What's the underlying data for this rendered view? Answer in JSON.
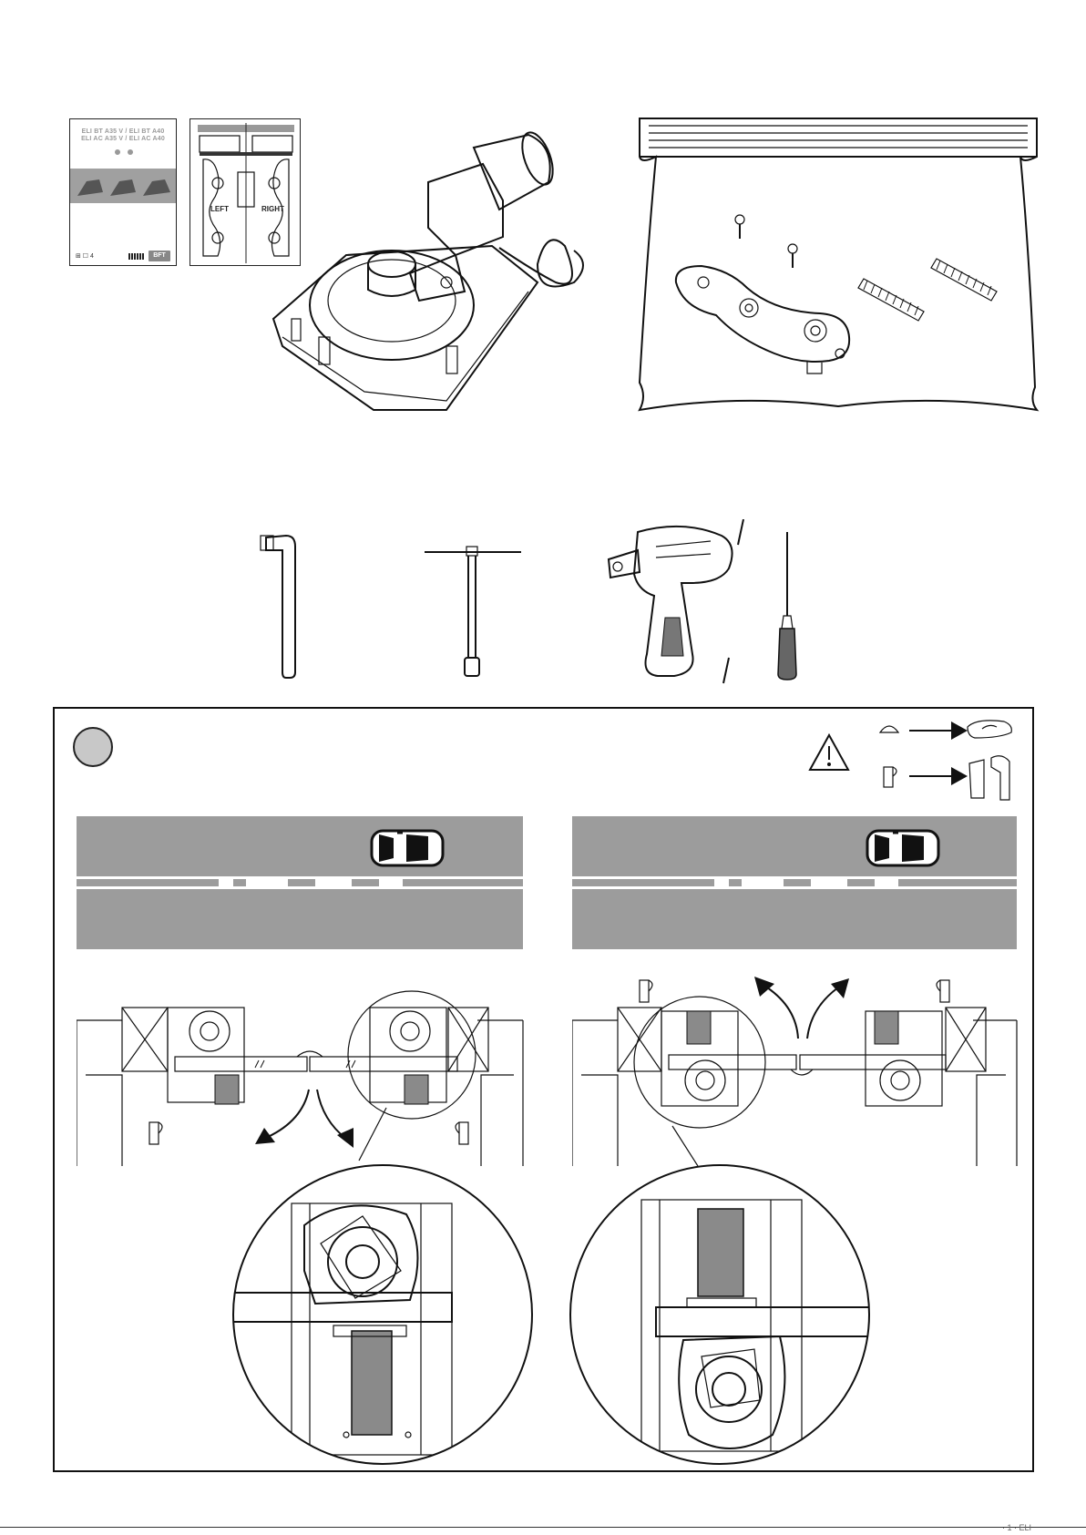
{
  "manual_cover": {
    "title_line1": "ELI BT A35 V / ELI BT A40",
    "title_line2": "ELI AC A35 V / ELI AC A40",
    "footer_left": "⊞  ☐ 4",
    "brand": "BFT"
  },
  "instruction_sheet": {
    "left_label": "LEFT",
    "right_label": "RIGHT"
  },
  "section": {
    "step_circle_label": ""
  },
  "colors": {
    "road_grey": "#9c9c9c",
    "motor_grey": "#8a8a8a",
    "line": "#111111"
  },
  "icons": {
    "warning": "warning-triangle-icon",
    "allen_key": "allen-key-icon",
    "t_wrench": "t-wrench-icon",
    "drill": "cordless-drill-icon",
    "screwdriver": "screwdriver-icon",
    "car": "car-icon"
  },
  "footer": {
    "page_ref": "· 1 ·  ELI"
  }
}
